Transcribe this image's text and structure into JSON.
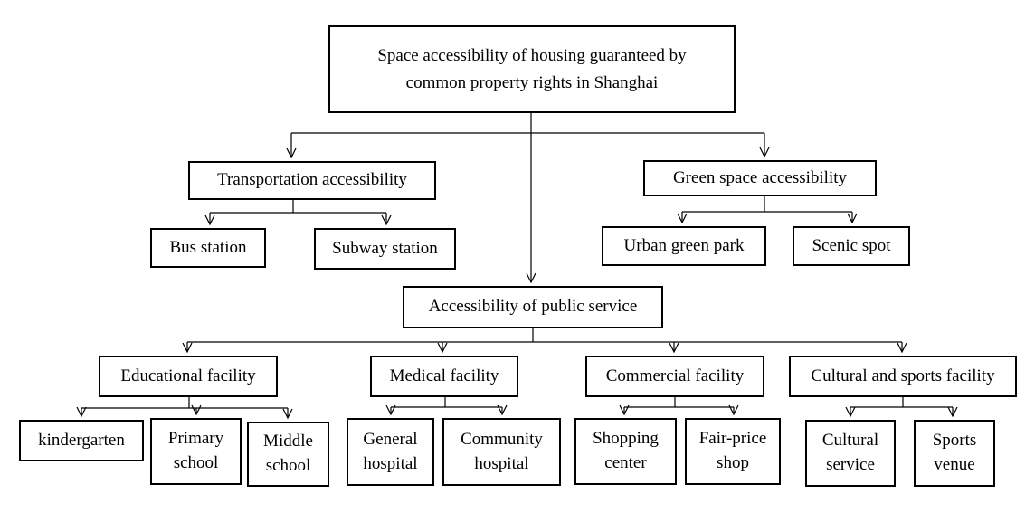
{
  "diagram": {
    "root": {
      "label": "Space accessibility of housing guaranteed by\ncommon property rights in Shanghai"
    },
    "transport": {
      "label": "Transportation accessibility",
      "children": [
        {
          "label": "Bus station"
        },
        {
          "label": "Subway station"
        }
      ]
    },
    "green": {
      "label": "Green space accessibility",
      "children": [
        {
          "label": "Urban green park"
        },
        {
          "label": "Scenic spot"
        }
      ]
    },
    "public_service": {
      "label": "Accessibility of public service",
      "groups": [
        {
          "label": "Educational facility",
          "children": [
            {
              "label": "kindergarten"
            },
            {
              "label": "Primary\nschool"
            },
            {
              "label": "Middle\nschool"
            }
          ]
        },
        {
          "label": "Medical facility",
          "children": [
            {
              "label": "General\nhospital"
            },
            {
              "label": "Community\nhospital"
            }
          ]
        },
        {
          "label": "Commercial facility",
          "children": [
            {
              "label": "Shopping\ncenter"
            },
            {
              "label": "Fair-price\nshop"
            }
          ]
        },
        {
          "label": "Cultural and sports facility",
          "children": [
            {
              "label": "Cultural\nservice"
            },
            {
              "label": "Sports\nvenue"
            }
          ]
        }
      ]
    }
  }
}
